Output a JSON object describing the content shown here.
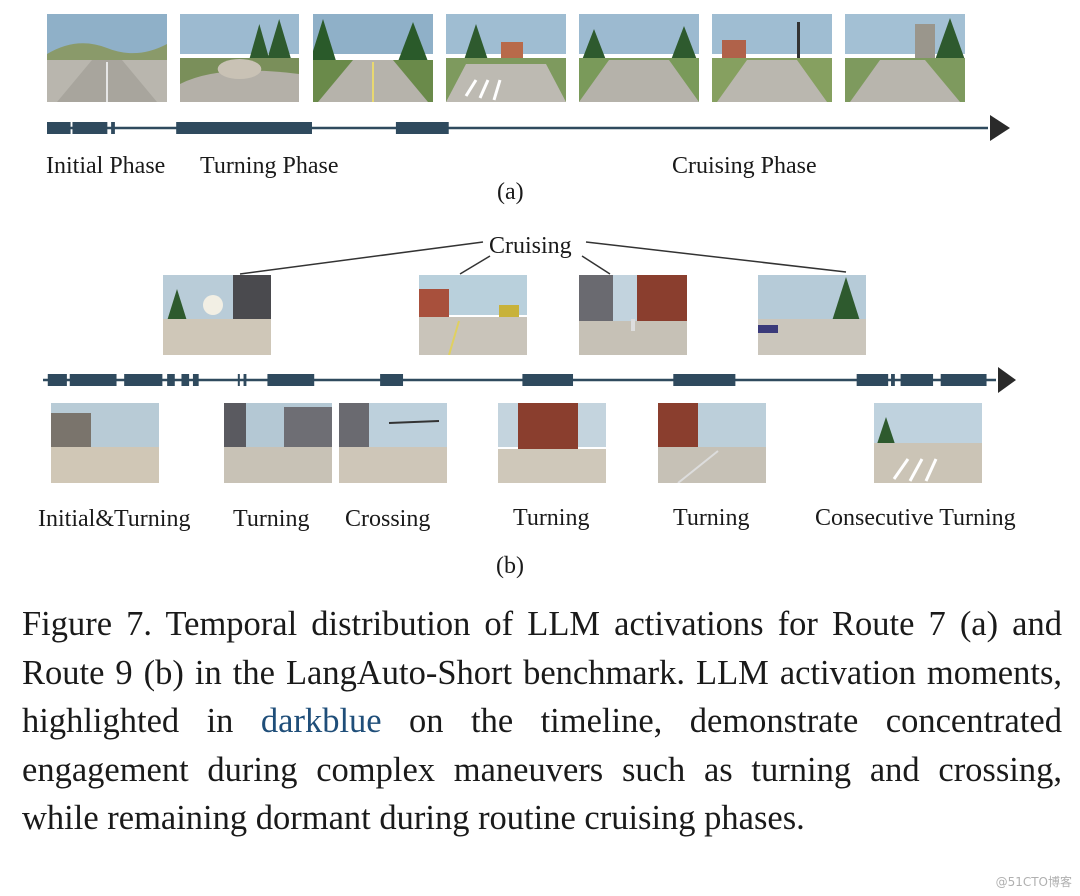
{
  "panel_a": {
    "phase_labels": [
      "Initial Phase",
      "Turning Phase",
      "Cruising Phase"
    ],
    "sublabel": "(a)",
    "frames": [
      {
        "scene": "hills-road"
      },
      {
        "scene": "curve-trees"
      },
      {
        "scene": "forest-road"
      },
      {
        "scene": "house-crossing"
      },
      {
        "scene": "wide-road"
      },
      {
        "scene": "lamp-road"
      },
      {
        "scene": "building-road"
      }
    ],
    "activation_segments": [
      [
        0.0,
        0.025
      ],
      [
        0.027,
        0.064
      ],
      [
        0.068,
        0.072
      ],
      [
        0.137,
        0.281
      ],
      [
        0.37,
        0.426
      ]
    ]
  },
  "panel_b": {
    "cruising_label": "Cruising",
    "sublabel": "(b)",
    "top_frames": [
      {
        "scene": "city-sun"
      },
      {
        "scene": "city-plaza"
      },
      {
        "scene": "city-pedestrian"
      },
      {
        "scene": "city-tree"
      }
    ],
    "bottom_frames": [
      {
        "scene": "city-wide"
      },
      {
        "scene": "city-turn"
      },
      {
        "scene": "city-cross"
      },
      {
        "scene": "city-building"
      },
      {
        "scene": "city-turn2"
      },
      {
        "scene": "crosswalk"
      }
    ],
    "bottom_labels": [
      "Initial&Turning",
      "Turning",
      "Crossing",
      "Turning",
      "Turning",
      "Consecutive Turning"
    ],
    "activation_segments": [
      [
        0.005,
        0.025
      ],
      [
        0.028,
        0.077
      ],
      [
        0.085,
        0.125
      ],
      [
        0.13,
        0.138
      ],
      [
        0.145,
        0.153
      ],
      [
        0.157,
        0.163
      ],
      [
        0.204,
        0.206
      ],
      [
        0.21,
        0.213
      ],
      [
        0.235,
        0.284
      ],
      [
        0.353,
        0.377
      ],
      [
        0.502,
        0.555
      ],
      [
        0.66,
        0.725
      ],
      [
        0.852,
        0.885
      ],
      [
        0.888,
        0.892
      ],
      [
        0.898,
        0.932
      ],
      [
        0.94,
        0.988
      ]
    ]
  },
  "caption": {
    "before": "Figure 7.  Temporal distribution of LLM activations for Route 7 (a) and Route 9 (b) in the LangAuto-Short benchmark. LLM activation moments, highlighted in ",
    "highlight": "darkblue",
    "after": " on the timeline, demonstrate concentrated engagement during complex maneuvers such as turning and crossing, while remaining dormant during routine cruising phases."
  },
  "watermark": "@51CTO博客",
  "colors": {
    "timeline": "#2f4a5e",
    "highlight": "#1f4e79"
  }
}
